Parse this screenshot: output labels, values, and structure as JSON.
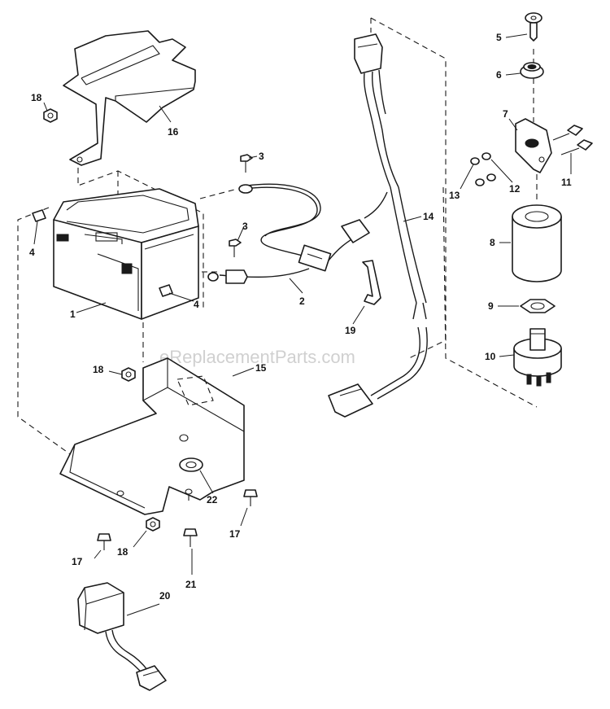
{
  "watermark": "eReplacementParts.com",
  "callouts": {
    "c1": "1",
    "c2": "2",
    "c3a": "3",
    "c3b": "3",
    "c4a": "4",
    "c4b": "4",
    "c5": "5",
    "c6": "6",
    "c7": "7",
    "c8": "8",
    "c9": "9",
    "c10": "10",
    "c11": "11",
    "c12": "12",
    "c13": "13",
    "c14": "14",
    "c15": "15",
    "c16": "16",
    "c17a": "17",
    "c17b": "17",
    "c18a": "18",
    "c18b": "18",
    "c18c": "18",
    "c19": "19",
    "c20": "20",
    "c21": "21",
    "c22": "22"
  }
}
